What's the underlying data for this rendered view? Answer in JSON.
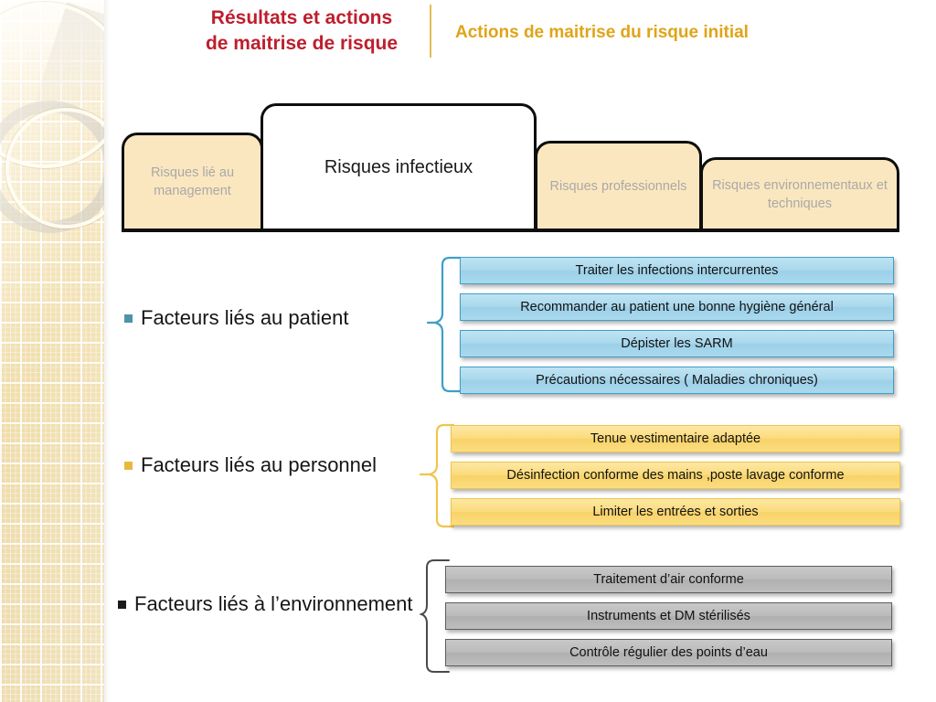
{
  "header": {
    "title_main": "Résultats et actions de maitrise de risque",
    "title_main_line1": "Résultats et actions",
    "title_main_line2": "de maitrise de risque",
    "title_sub": "Actions de maitrise du risque initial",
    "color_main": "#BE1E2D",
    "color_sub": "#E0A419",
    "divider_color": "#E3BE57"
  },
  "tabs": [
    {
      "label": "Risques lié au management",
      "active": false
    },
    {
      "label": "Risques infectieux",
      "active": true
    },
    {
      "label": "Risques professionnels",
      "active": false
    },
    {
      "label": "Risques environnementaux et techniques",
      "active": false
    }
  ],
  "groups": [
    {
      "label": "Facteurs liés au patient",
      "bullet_color": "#4E93A8",
      "accent_color": "#3F9FC6",
      "items": [
        "Traiter les infections intercurrentes",
        "Recommander au patient une bonne hygiène général",
        "Dépister les SARM",
        "Précautions nécessaires ( Maladies chroniques)"
      ]
    },
    {
      "label": "Facteurs liés au personnel",
      "bullet_color": "#E8B93E",
      "accent_color": "#EFC54B",
      "items": [
        "Tenue vestimentaire adaptée",
        "Désinfection conforme des mains ,poste lavage conforme",
        "Limiter les entrées et sorties"
      ]
    },
    {
      "label": "Facteurs liés à l’environnement",
      "bullet_color": "#1A1A1A",
      "accent_color": "#5E5E5E",
      "items": [
        "Traitement d’air conforme",
        "Instruments et DM stérilisés",
        "Contrôle régulier des points d’eau"
      ]
    }
  ]
}
